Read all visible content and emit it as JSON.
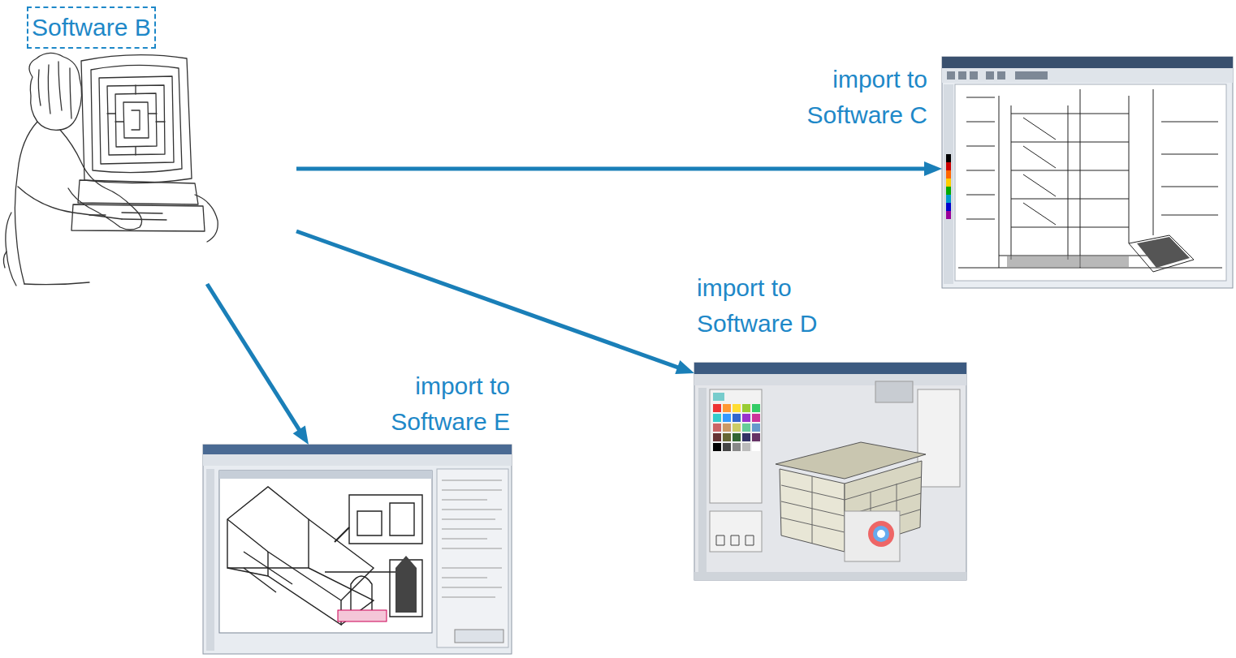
{
  "diagram": {
    "nodes": [
      {
        "text": [
          "Software B"
        ]
      },
      {
        "text": [
          "import to Software C"
        ]
      },
      {
        "text": [
          "import to Software D"
        ]
      },
      {
        "text": [
          "import to Software E"
        ]
      }
    ],
    "edges": [
      {
        "from": 0,
        "to": 1,
        "arrow": "to"
      },
      {
        "from": 0,
        "to": 2,
        "arrow": "to"
      },
      {
        "from": 0,
        "to": 3,
        "arrow": "to"
      }
    ]
  }
}
